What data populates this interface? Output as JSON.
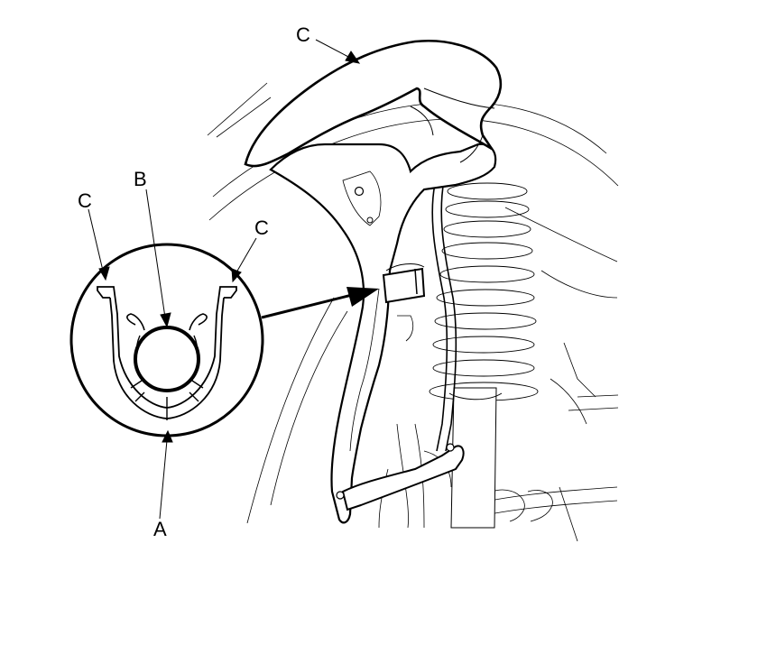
{
  "labels": {
    "top_c": "C",
    "b": "B",
    "left_c": "C",
    "right_c": "C",
    "a": "A"
  }
}
